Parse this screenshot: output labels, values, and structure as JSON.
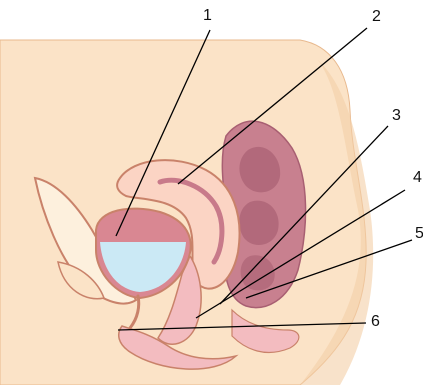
{
  "labels": {
    "l1": "1",
    "l2": "2",
    "l3": "3",
    "l4": "4",
    "l5": "5",
    "l6": "6"
  },
  "colors": {
    "skin": "#fbe3c7",
    "skin_shadow": "#f4cfa6",
    "outline": "#c9826a",
    "pink_organ": "#f3bcc0",
    "rectum": "#c8808f",
    "rectum_dark": "#a85f72",
    "bladder_wall": "#d98792",
    "urine": "#cbe9f5",
    "leader_line": "#000000"
  }
}
